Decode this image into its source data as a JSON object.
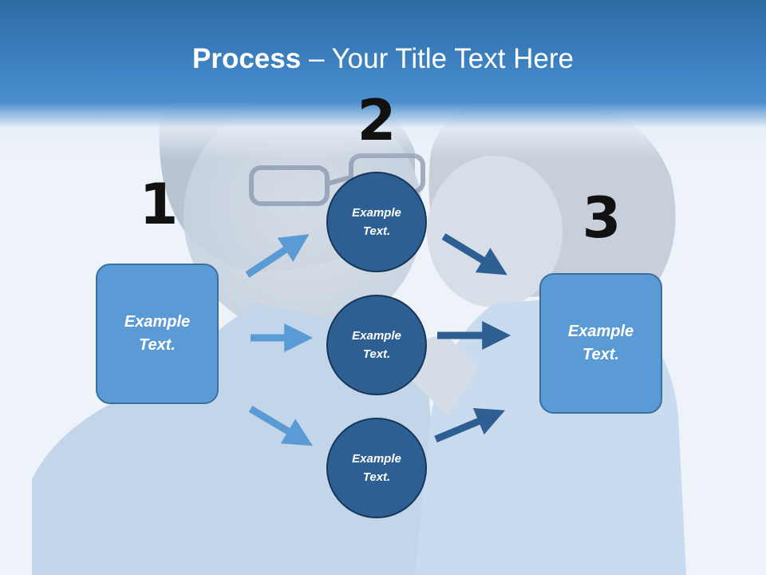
{
  "title": {
    "bold": "Process",
    "rest": " – Your Title Text Here"
  },
  "steps": [
    "1",
    "2",
    "3"
  ],
  "left_box": "Example\nText.",
  "right_box": "Example\nText.",
  "circles": [
    "Example\nText.",
    "Example\nText.",
    "Example\nText."
  ],
  "colors": {
    "header": "#3f84c4",
    "box_fill": "#5b9bd5",
    "circle_fill": "#2e5f93",
    "arrow_light": "#5b9bd5",
    "arrow_dark": "#2e5f93"
  }
}
